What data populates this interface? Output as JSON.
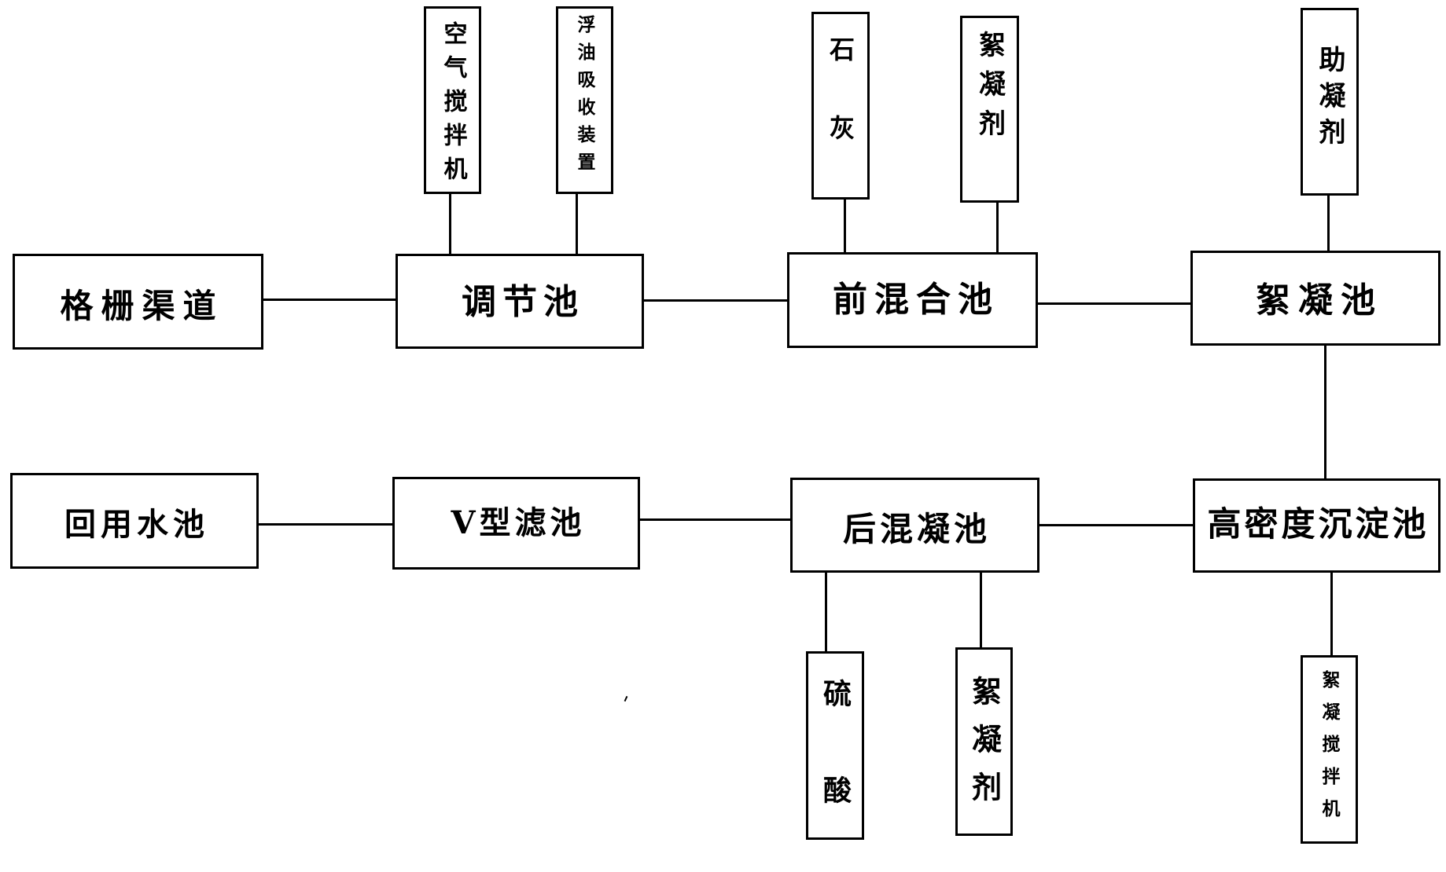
{
  "diagram": {
    "line_color": "#000000",
    "background_color": "#ffffff",
    "units": [
      {
        "id": "grid_channel",
        "label": "格栅渠道"
      },
      {
        "id": "regulation_tank",
        "label": "调节池"
      },
      {
        "id": "premix_tank",
        "label": "前混合池"
      },
      {
        "id": "flocculation_tank",
        "label": "絮凝池"
      },
      {
        "id": "hd_sedimentation_tank",
        "label": "高密度沉淀池"
      },
      {
        "id": "post_coagulation_tank",
        "label": "后混凝池"
      },
      {
        "id": "v_filter",
        "label": "V型滤池"
      },
      {
        "id": "reuse_water_pool",
        "label": "回用水池"
      }
    ],
    "attachments": [
      {
        "id": "air_agitator",
        "label": "空气搅拌机",
        "attached_to": "regulation_tank"
      },
      {
        "id": "oil_absorber",
        "label": "浮油吸收装置",
        "attached_to": "regulation_tank"
      },
      {
        "id": "lime",
        "label": "石灰",
        "attached_to": "premix_tank"
      },
      {
        "id": "flocculant_1",
        "label": "絮凝剂",
        "attached_to": "premix_tank"
      },
      {
        "id": "coagulant_aid",
        "label": "助凝剂",
        "attached_to": "flocculation_tank"
      },
      {
        "id": "sulfuric_acid",
        "label": "硫酸",
        "attached_to": "post_coagulation_tank"
      },
      {
        "id": "flocculant_2",
        "label": "絮凝剂",
        "attached_to": "post_coagulation_tank"
      },
      {
        "id": "flocculation_mixer",
        "label": "絮凝搅拌机",
        "attached_to": "hd_sedimentation_tank"
      }
    ],
    "flow": [
      [
        "grid_channel",
        "regulation_tank"
      ],
      [
        "regulation_tank",
        "premix_tank"
      ],
      [
        "premix_tank",
        "flocculation_tank"
      ],
      [
        "flocculation_tank",
        "hd_sedimentation_tank"
      ],
      [
        "hd_sedimentation_tank",
        "post_coagulation_tank"
      ],
      [
        "post_coagulation_tank",
        "v_filter"
      ],
      [
        "v_filter",
        "reuse_water_pool"
      ]
    ]
  }
}
